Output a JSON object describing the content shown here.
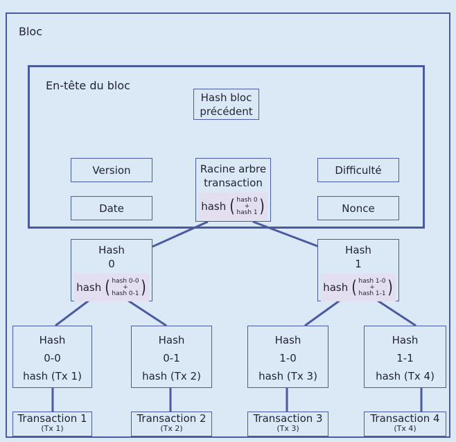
{
  "bloc_title": "Bloc",
  "header_title": "En-tête du bloc",
  "fields": {
    "prev_hash_l1": "Hash bloc",
    "prev_hash_l2": "précédent",
    "version": "Version",
    "date": "Date",
    "difficulty": "Difficulté",
    "nonce": "Nonce"
  },
  "root": {
    "l1": "Racine arbre",
    "l2": "transaction",
    "hash": "hash",
    "top": "hash 0",
    "plus": "+",
    "bottom": "hash 1"
  },
  "level1": [
    {
      "l1": "Hash",
      "l2": "0",
      "hash": "hash",
      "top": "hash 0-0",
      "plus": "+",
      "bottom": "hash 0-1"
    },
    {
      "l1": "Hash",
      "l2": "1",
      "hash": "hash",
      "top": "hash 1-0",
      "plus": "+",
      "bottom": "hash 1-1"
    }
  ],
  "leaves": [
    {
      "l1": "Hash",
      "l2": "0-0",
      "hash": "hash (Tx 1)"
    },
    {
      "l1": "Hash",
      "l2": "0-1",
      "hash": "hash (Tx 2)"
    },
    {
      "l1": "Hash",
      "l2": "1-0",
      "hash": "hash (Tx 3)"
    },
    {
      "l1": "Hash",
      "l2": "1-1",
      "hash": "hash (Tx 4)"
    }
  ],
  "transactions": [
    {
      "name": "Transaction 1",
      "short": "(Tx 1)"
    },
    {
      "name": "Transaction 2",
      "short": "(Tx 2)"
    },
    {
      "name": "Transaction 3",
      "short": "(Tx 3)"
    },
    {
      "name": "Transaction 4",
      "short": "(Tx 4)"
    }
  ],
  "colors": {
    "background": "#dbe9f6",
    "border": "#4a5aa0",
    "highlight": "#e3def0"
  }
}
